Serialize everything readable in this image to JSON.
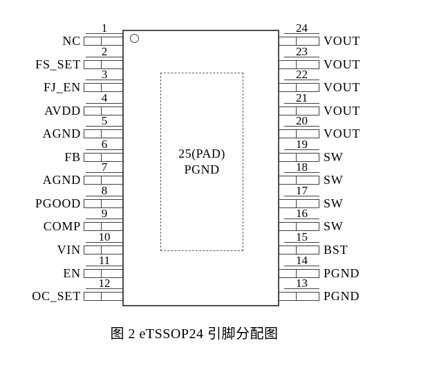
{
  "figure": {
    "caption": "图 2 eTSSOP24 引脚分配图",
    "package_type": "eTSSOP24"
  },
  "package": {
    "pad_label_line1": "25(PAD)",
    "pad_label_line2": "PGND"
  },
  "pins": {
    "left": [
      {
        "num": "1",
        "label": "NC"
      },
      {
        "num": "2",
        "label": "FS_SET"
      },
      {
        "num": "3",
        "label": "FJ_EN"
      },
      {
        "num": "4",
        "label": "AVDD"
      },
      {
        "num": "5",
        "label": "AGND"
      },
      {
        "num": "6",
        "label": "FB"
      },
      {
        "num": "7",
        "label": "AGND"
      },
      {
        "num": "8",
        "label": "PGOOD"
      },
      {
        "num": "9",
        "label": "COMP"
      },
      {
        "num": "10",
        "label": "VIN"
      },
      {
        "num": "11",
        "label": "EN"
      },
      {
        "num": "12",
        "label": "OC_SET"
      }
    ],
    "right": [
      {
        "num": "24",
        "label": "VOUT"
      },
      {
        "num": "23",
        "label": "VOUT"
      },
      {
        "num": "22",
        "label": "VOUT"
      },
      {
        "num": "21",
        "label": "VOUT"
      },
      {
        "num": "20",
        "label": "VOUT"
      },
      {
        "num": "19",
        "label": "SW"
      },
      {
        "num": "18",
        "label": "SW"
      },
      {
        "num": "17",
        "label": "SW"
      },
      {
        "num": "16",
        "label": "SW"
      },
      {
        "num": "15",
        "label": "BST"
      },
      {
        "num": "14",
        "label": "PGND"
      },
      {
        "num": "13",
        "label": "PGND"
      }
    ]
  },
  "colors": {
    "line": "#3d3d3d",
    "package_outline": "#4d4d4d",
    "pad_dashed_line": "#5a5a5a",
    "text": "#000000",
    "background": "#ffffff"
  }
}
